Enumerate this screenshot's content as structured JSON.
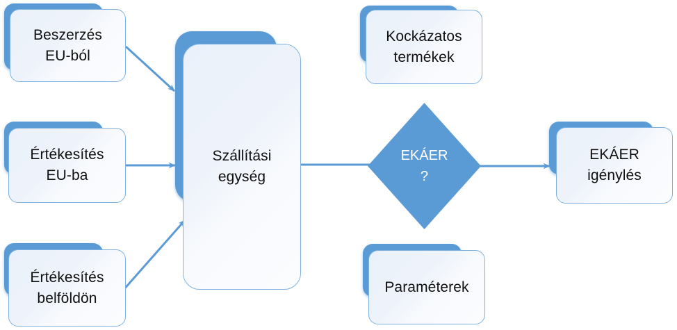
{
  "diagram": {
    "title": "EKAER szallitasi egyseg folyamatabra",
    "colors": {
      "accent": "#5B9BD5",
      "box_border": "#7FB2E0",
      "box_fill": "#EEF3FB",
      "arrow": "#5B9BD5",
      "text": "#101010",
      "diamond_text": "#FFFFFF",
      "background": "#FFFFFF"
    },
    "nodes": [
      {
        "id": "beszerzes-eu-bol",
        "type": "process",
        "label": "Beszerzés\nEU-ból"
      },
      {
        "id": "ertekesites-eu-ba",
        "type": "process",
        "label": "Értékesítés\nEU-ba"
      },
      {
        "id": "ertekesites-belfoldon",
        "type": "process",
        "label": "Értékesítés\nbelföldön"
      },
      {
        "id": "szallitasi-egyseg",
        "type": "process",
        "label": "Szállítási\negység"
      },
      {
        "id": "kockazatos-termekek",
        "type": "process",
        "label": "Kockázatos\ntermékek"
      },
      {
        "id": "parameterek",
        "type": "process",
        "label": "Paraméterek"
      },
      {
        "id": "ekaer-decision",
        "type": "decision",
        "label": "EKÁER",
        "sublabel": "?"
      },
      {
        "id": "ekaer-igenyles",
        "type": "process",
        "label": "EKÁER\nigénylés"
      }
    ],
    "edges": [
      {
        "id": "edge-beszerzes-to-egyseg",
        "from": "beszerzes-eu-bol",
        "to": "szallitasi-egyseg",
        "style": "diagonal-down-right"
      },
      {
        "id": "edge-ertekesites-eu-to-egyseg",
        "from": "ertekesites-eu-ba",
        "to": "szallitasi-egyseg",
        "style": "horizontal"
      },
      {
        "id": "edge-belfoldon-to-egyseg",
        "from": "ertekesites-belfoldon",
        "to": "szallitasi-egyseg",
        "style": "diagonal-up-right"
      },
      {
        "id": "edge-egyseg-to-ekaer",
        "from": "szallitasi-egyseg",
        "to": "ekaer-decision",
        "style": "horizontal"
      },
      {
        "id": "edge-ekaer-to-igenyles",
        "from": "ekaer-decision",
        "to": "ekaer-igenyles",
        "style": "horizontal"
      }
    ]
  }
}
